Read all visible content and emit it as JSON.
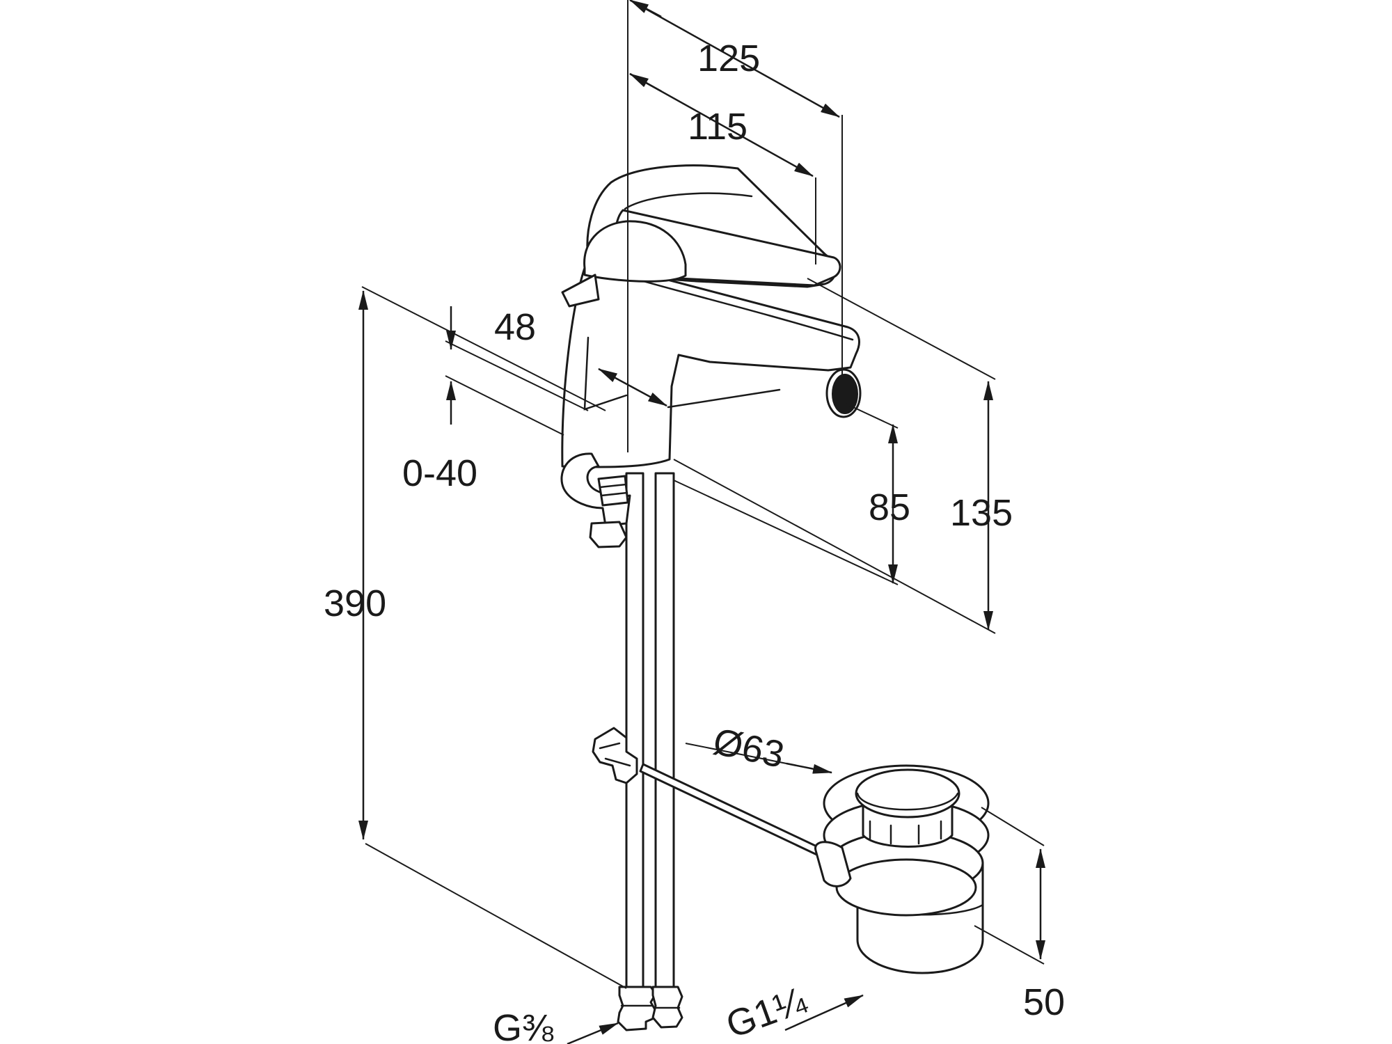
{
  "colors": {
    "line": "#1a1a1a",
    "background": "#ffffff"
  },
  "dimensions": {
    "width_125": "125",
    "width_115": "115",
    "depth_48": "48",
    "range_0_40": "0-40",
    "height_390": "390",
    "height_85": "85",
    "height_135": "135",
    "diameter_63": "Ø63",
    "height_50": "50",
    "thread_g38": "G⅜",
    "thread_g114": "G1¼"
  }
}
